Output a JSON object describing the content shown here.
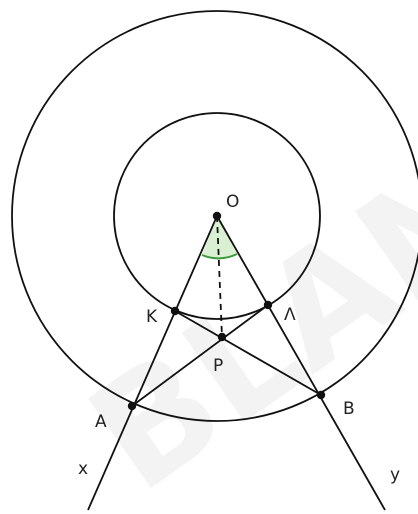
{
  "diagram": {
    "labels": {
      "center": "O",
      "K": "K",
      "L": "Λ",
      "P": "P",
      "A": "A",
      "B": "B",
      "x": "x",
      "y": "y"
    },
    "watermark": "BLAN",
    "colors": {
      "stroke": "#111111",
      "angle_arc": "#3a9a3a",
      "angle_fill": "#d9f0d3"
    }
  }
}
